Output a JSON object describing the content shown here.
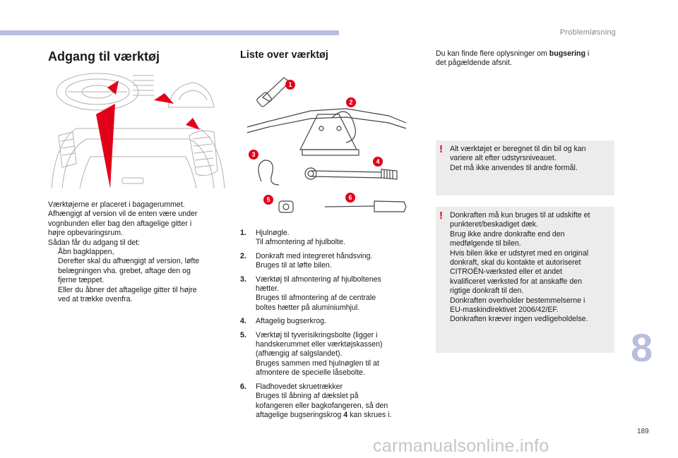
{
  "header": {
    "section": "Problemløsning"
  },
  "left": {
    "heading": "Adgang til værktøj",
    "paragraph_lines": [
      "Værktøjerne er placeret i bagagerummet.",
      "Afhængigt af version vil de enten være under",
      "vognbunden eller bag den aftagelige gitter i",
      "højre opbevaringsrum.",
      "Sådan får du adgang til det:"
    ],
    "bullets": [
      {
        "mark": "",
        "lines": [
          "Åbn bagklappen,"
        ]
      },
      {
        "mark": "",
        "lines": [
          "Derefter skal du afhængigt af version, løfte",
          "belægningen vha. grebet, aftage den og",
          "fjerne tæppet."
        ]
      },
      {
        "mark": "",
        "lines": [
          "Eller du åbner det aftagelige gitter til højre",
          "ved at trække ovenfra."
        ]
      }
    ]
  },
  "middle": {
    "heading": "Liste over værktøj",
    "callouts": [
      "1",
      "2",
      "3",
      "4",
      "5",
      "6"
    ],
    "items": [
      {
        "num": "1.",
        "lines": [
          "Hjulnøgle.",
          "Til afmontering af hjulbolte."
        ]
      },
      {
        "num": "2.",
        "lines": [
          "Donkraft med integreret håndsving.",
          "Bruges til at løfte bilen."
        ]
      },
      {
        "num": "3.",
        "lines": [
          "Værktøj til afmontering af hjulboltenes",
          "hætter.",
          "Bruges til afmontering af de centrale",
          "boltes hætter på aluminiumhjul."
        ]
      },
      {
        "num": "4.",
        "lines": [
          "Aftagelig bugserkrog."
        ]
      },
      {
        "num": "5.",
        "lines": [
          "Værktøj til tyverisikringsbolte (ligger i",
          "handskerummet eller værktøjskassen)",
          "(afhængig af salgslandet).",
          "Bruges sammen med hjulnøglen til at",
          "afmontere de specielle låsebolte."
        ]
      },
      {
        "num": "6.",
        "lines": [
          "Fladhovedet skruetrækker",
          "Bruges til åbning af dækslet på",
          "kofangeren eller bagkofangeren, så den"
        ],
        "last_pre": "aftagelige bugseringskrog ",
        "last_bold": "4",
        "last_post": " kan skrues i."
      }
    ]
  },
  "right": {
    "info_pre": "Du kan finde flere oplysninger om ",
    "info_bold": "bugsering",
    "info_post": " i",
    "info_line2": "det pågældende afsnit.",
    "warning_mark": "!",
    "warning1": [
      "Alt værktøjet er beregnet til din bil og kan",
      "variere alt efter udstyrsniveauet.",
      "Det må ikke anvendes til andre formål."
    ],
    "warning2": [
      "Donkraften må kun bruges til at udskifte et",
      "punkteret/beskadiget dæk.",
      "Brug ikke andre donkrafte end den",
      "medfølgende til bilen.",
      "Hvis bilen ikke er udstyret med en original",
      "donkraft, skal du kontakte et autoriseret",
      "CITROËN-værksted eller et andet",
      "kvalificeret værksted for at anskaffe den",
      "rigtige donkraft til den.",
      "Donkraften overholder bestemmelserne i",
      "EU-maskindirektivet 2006/42/EF.",
      "Donkraften kræver ingen vedligeholdelse."
    ]
  },
  "chapter_number": "8",
  "page_number": "189",
  "watermark": "carmanualsonline.info",
  "colors": {
    "accent": "#b9bde0",
    "callout": "#e3001b",
    "warning_bg": "#ececec"
  }
}
